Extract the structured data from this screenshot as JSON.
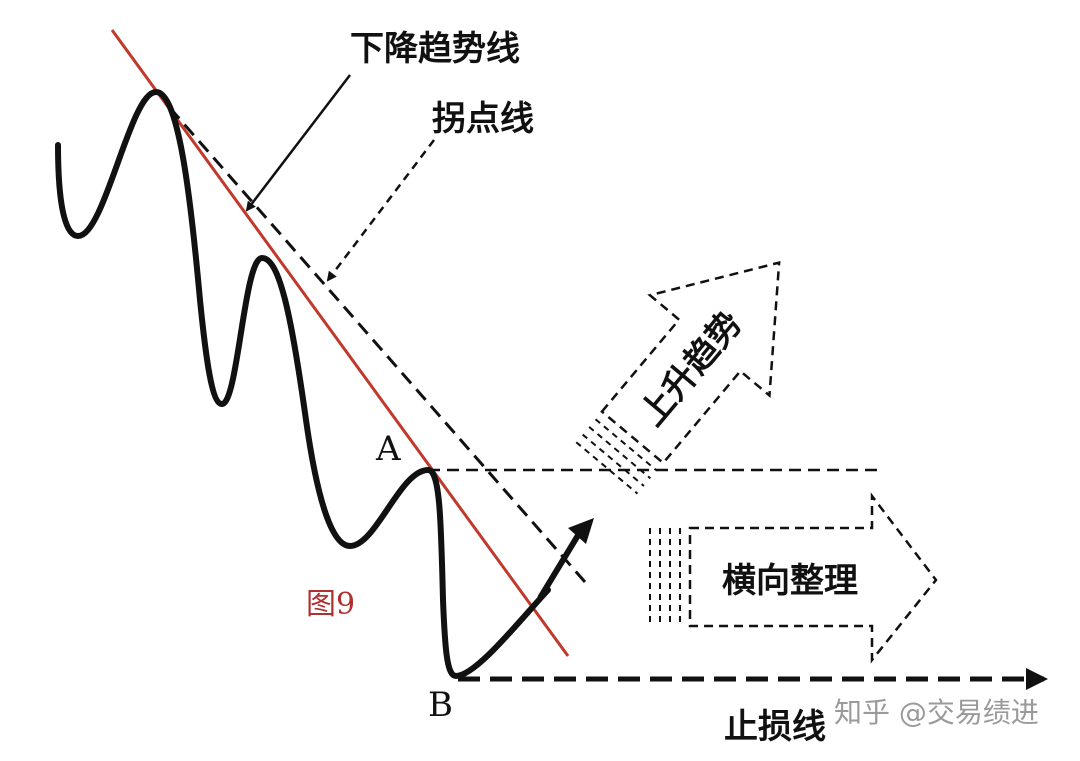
{
  "labels": {
    "downtrend_line": "下降趋势线",
    "pivot_line": "拐点线",
    "uptrend": "上升趋势",
    "consolidation": "横向整理",
    "stop_loss_line": "止损线",
    "point_a": "A",
    "point_b": "B",
    "figure": "图9"
  },
  "watermark": "知乎 @交易绩进",
  "colors": {
    "trendline": "#c0392b",
    "price": "#111111",
    "figure_label": "#b03030",
    "watermark": "#9a9a9a"
  }
}
